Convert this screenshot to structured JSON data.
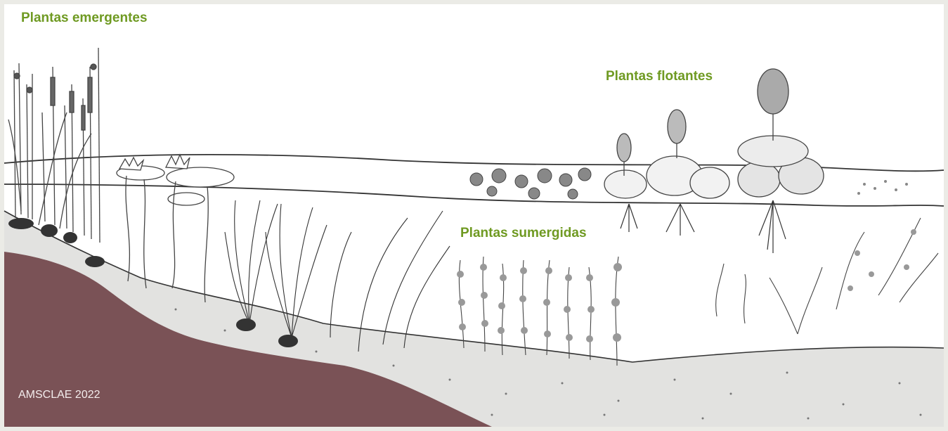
{
  "labels": {
    "emergentes": "Plantas emergentes",
    "flotantes": "Plantas flotantes",
    "sumergidas": "Plantas sumergidas"
  },
  "credit": "AMSCLAE 2022",
  "colors": {
    "label_green": "#6f9a22",
    "bank_brown": "#7a5256",
    "sediment_gray": "#e0e0de",
    "background": "#ffffff",
    "frame": "#ebebe6"
  }
}
